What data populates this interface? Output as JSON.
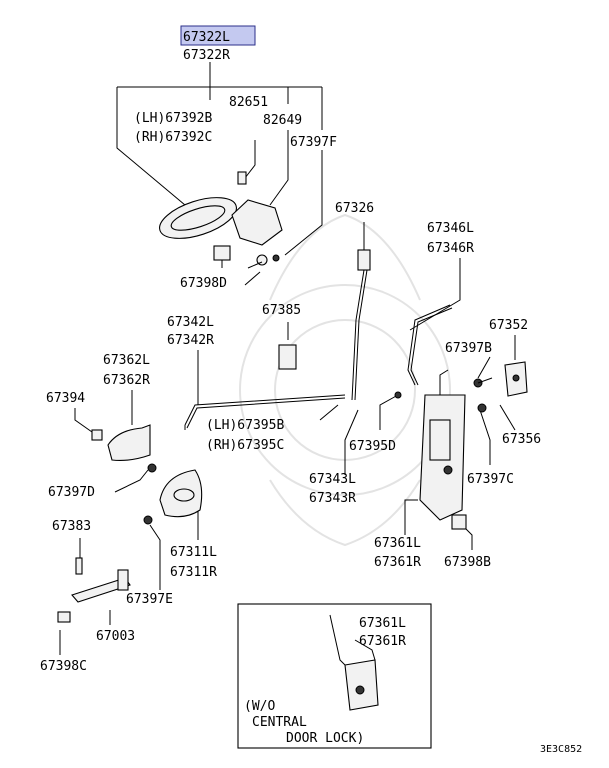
{
  "highlight": {
    "part": "67322L"
  },
  "labels": {
    "p67322L": "67322L",
    "p67322R": "67322R",
    "p82651": "82651",
    "p67392B": "(LH)67392B",
    "p82649": "82649",
    "p67392C": "(RH)67392C",
    "p67397F": "67397F",
    "p67326": "67326",
    "p67346L": "67346L",
    "p67346R": "67346R",
    "p67398D": "67398D",
    "p67342L": "67342L",
    "p67385": "67385",
    "p67342R": "67342R",
    "p67352": "67352",
    "p67362L": "67362L",
    "p67397B": "67397B",
    "p67362R": "67362R",
    "p67394": "67394",
    "p67395B": "(LH)67395B",
    "p67395C": "(RH)67395C",
    "p67356": "67356",
    "p67395D": "67395D",
    "p67343L": "67343L",
    "p67397C": "67397C",
    "p67397D": "67397D",
    "p67343R": "67343R",
    "p67383": "67383",
    "p67361L": "67361L",
    "p67311L": "67311L",
    "p67361R": "67361R",
    "p67398B": "67398B",
    "p67311R": "67311R",
    "p67397E": "67397E",
    "p67003": "67003",
    "p67398C": "67398C",
    "inset67361L": "67361L",
    "inset67361R": "67361R",
    "wo1": "(W/O",
    "wo2": "CENTRAL",
    "wo3": "DOOR LOCK)",
    "code": "3E3C852"
  }
}
